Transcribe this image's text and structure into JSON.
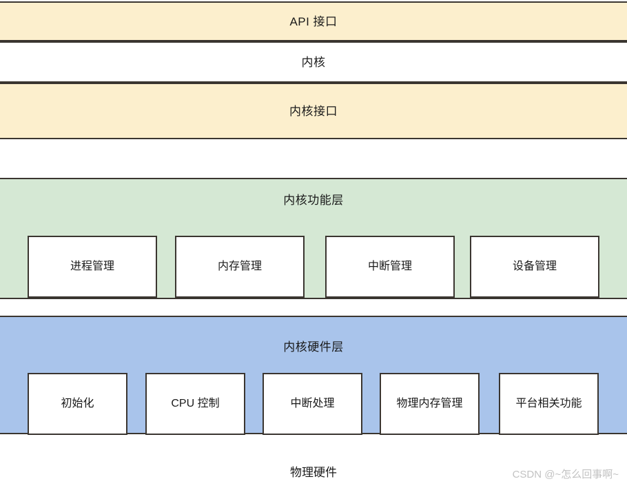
{
  "diagram": {
    "title_note": "",
    "colors": {
      "cream": "#fcefcd",
      "green": "#d5e8d4",
      "blue": "#a9c4eb",
      "border": "#3a3530",
      "box_fill": "#ffffff",
      "text": "#1a1a1a",
      "watermark": "#c2c2c2"
    },
    "bands": [
      {
        "id": "api",
        "label": "API 接口"
      },
      {
        "id": "kernel",
        "label": "内核"
      },
      {
        "id": "kernel_api",
        "label": "内核接口"
      },
      {
        "id": "gap",
        "label": ""
      },
      {
        "id": "func",
        "label": "内核功能层"
      },
      {
        "id": "hw",
        "label": "内核硬件层"
      }
    ],
    "function_layer_nodes": [
      {
        "label": "进程管理"
      },
      {
        "label": "内存管理"
      },
      {
        "label": "中断管理"
      },
      {
        "label": "设备管理"
      }
    ],
    "hardware_layer_nodes": [
      {
        "label": "初始化"
      },
      {
        "label": "CPU 控制"
      },
      {
        "label": "中断处理"
      },
      {
        "label": "物理内存管理"
      },
      {
        "label": "平台相关功能"
      }
    ],
    "bottom_caption": "物理硬件",
    "watermark": "CSDN @~怎么回事啊~"
  }
}
